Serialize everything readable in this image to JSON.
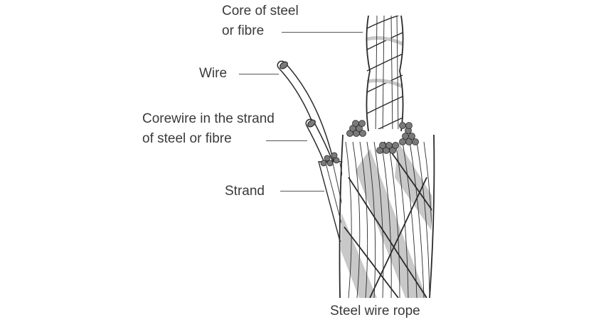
{
  "diagram": {
    "subject": "Steel wire rope",
    "labels": {
      "core_line1": "Core of steel",
      "core_line2": "or fibre",
      "wire": "Wire",
      "corewire_line1": "Corewire in the strand",
      "corewire_line2": "of steel or fibre",
      "strand": "Strand",
      "caption": "Steel wire rope"
    },
    "colors": {
      "outline": "#2a2a2a",
      "shade": "#c8c8c8",
      "wire_end": "#7a7a7a",
      "label_text": "#3a3a3a"
    }
  }
}
